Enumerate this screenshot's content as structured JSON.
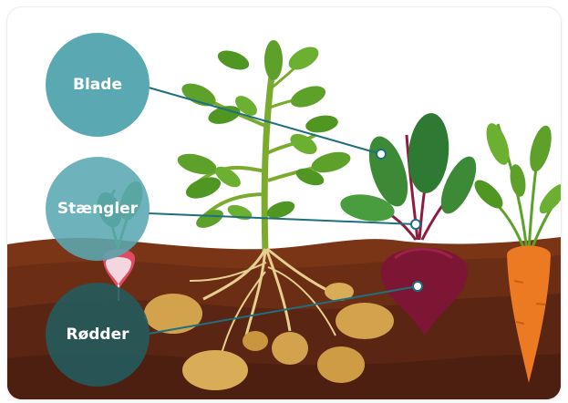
{
  "labels": {
    "leaves": "Blade",
    "stems": "Stængler",
    "roots": "Rødder"
  },
  "colors": {
    "label_teal": "#5aa9b2",
    "label_dark_teal": "#245b5d",
    "connector": "#1f6f7d",
    "soil_dark": "#5a2513",
    "soil": "#7a3517",
    "stem_green": "#7aab2e",
    "leaf_green": "#5ea12a",
    "potato": "#d2a24d",
    "beet": "#7d1535",
    "carrot": "#ec7a22"
  }
}
